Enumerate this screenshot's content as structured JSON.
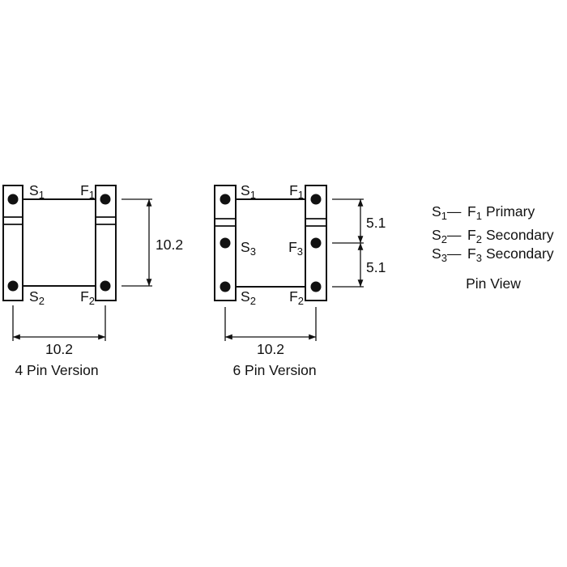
{
  "colors": {
    "ink": "#111111",
    "background": "#ffffff"
  },
  "four_pin": {
    "caption": "4 Pin Version",
    "height_dim": "10.2",
    "width_dim": "10.2",
    "pins": {
      "s1": {
        "main": "S",
        "sub": "1"
      },
      "f1": {
        "main": "F",
        "sub": "1"
      },
      "s2": {
        "main": "S",
        "sub": "2"
      },
      "f2": {
        "main": "F",
        "sub": "2"
      }
    }
  },
  "six_pin": {
    "caption": "6 Pin Version",
    "width_dim": "10.2",
    "upper_dim": "5.1",
    "lower_dim": "5.1",
    "pins": {
      "s1": {
        "main": "S",
        "sub": "1"
      },
      "f1": {
        "main": "F",
        "sub": "1"
      },
      "s3": {
        "main": "S",
        "sub": "3"
      },
      "f3": {
        "main": "F",
        "sub": "3"
      },
      "s2": {
        "main": "S",
        "sub": "2"
      },
      "f2": {
        "main": "F",
        "sub": "2"
      }
    }
  },
  "legend": {
    "items": [
      {
        "s": "S",
        "s_sub": "1",
        "dash": "—",
        "f": "F",
        "f_sub": "1",
        "role": "Primary"
      },
      {
        "s": "S",
        "s_sub": "2",
        "dash": "—",
        "f": "F",
        "f_sub": "2",
        "role": "Secondary"
      },
      {
        "s": "S",
        "s_sub": "3",
        "dash": "—",
        "f": "F",
        "f_sub": "3",
        "role": "Secondary"
      }
    ],
    "title": "Pin View"
  }
}
